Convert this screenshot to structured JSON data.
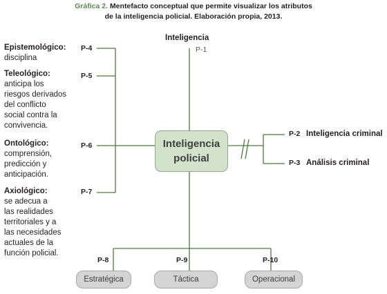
{
  "caption": {
    "figure_label": "Gráfica 2.",
    "line1": "Mentefacto conceptual que permite visualizar los atributos",
    "line2": "de la inteligencia policial. Elaboración propia, 2013."
  },
  "superordinate": {
    "label": "Inteligencia",
    "code": "P-1"
  },
  "center": {
    "line1": "Inteligencia",
    "line2": "policial"
  },
  "left": [
    {
      "code": "P-4",
      "title": "Epistemológico:",
      "lines": [
        "disciplina"
      ]
    },
    {
      "code": "P-5",
      "title": "Teleológico:",
      "lines": [
        "anticipa los",
        "riesgos derivados",
        "del conflicto",
        "social contra la",
        "convivencia."
      ]
    },
    {
      "code": "P-6",
      "title": "Ontológico:",
      "lines": [
        "comprensión,",
        "predicción y",
        "anticipación."
      ]
    },
    {
      "code": "P-7",
      "title": "Axiológico:",
      "lines": [
        "se adecua a",
        "las realidades",
        "territoriales y a",
        "las necesidades",
        "actuales de la",
        "función policial."
      ]
    }
  ],
  "right": [
    {
      "code": "P-2",
      "label": "Inteligencia criminal"
    },
    {
      "code": "P-3",
      "label": "Análisis criminal"
    }
  ],
  "bottom": [
    {
      "code": "P-8",
      "label": "Estratégica"
    },
    {
      "code": "P-9",
      "label": "Táctica"
    },
    {
      "code": "P-10",
      "label": "Operacional"
    }
  ],
  "colors": {
    "box_fill": "#d3e3cb",
    "box_border": "#8fa886",
    "pill_fill": "#d4d4d4",
    "line": "#4a7a3c",
    "caption_label": "#5a8a4e"
  }
}
